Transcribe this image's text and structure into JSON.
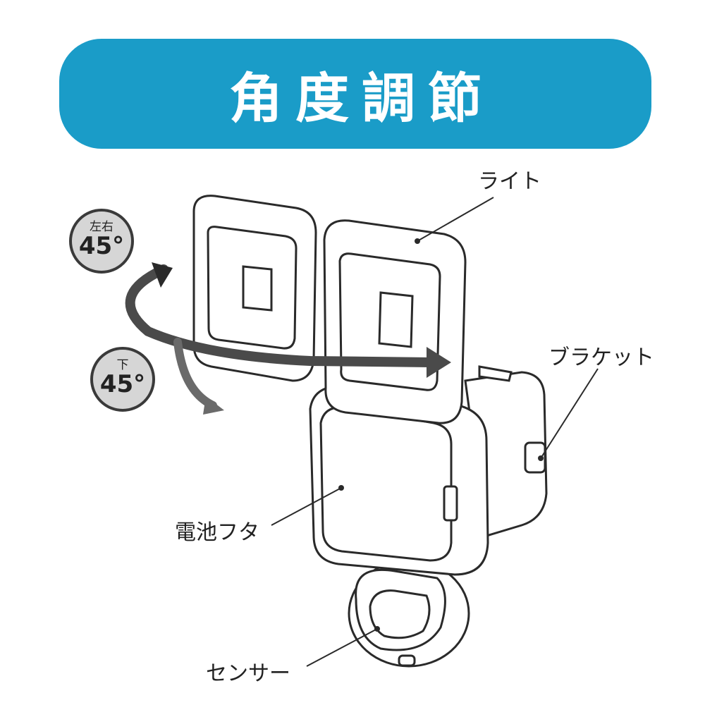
{
  "title": "角度調節",
  "badges": {
    "horizontal": {
      "label": "左右",
      "value": "45°"
    },
    "vertical": {
      "label": "下",
      "value": "45°"
    }
  },
  "callouts": {
    "light": "ライト",
    "bracket": "ブラケット",
    "battery_cover": "電池フタ",
    "sensor": "センサー"
  },
  "colors": {
    "title_bar": "#1a9cc8",
    "title_text": "#ffffff",
    "badge_fill": "#d6d6d6",
    "badge_border": "#3a3a3a",
    "outline": "#2a2a2a",
    "arrow": "#4a4a4a"
  }
}
